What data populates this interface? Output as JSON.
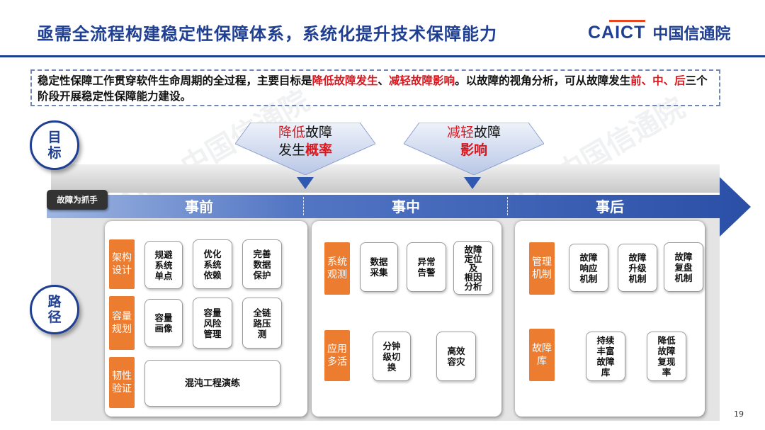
{
  "header": {
    "title": "亟需全流程构建稳定性保障体系，系统化提升技术保障能力",
    "logo_en": "CAICT",
    "logo_cn": "中国信通院"
  },
  "summary": {
    "p1": "稳定性保障工作贯穿软件生命周期的全过程，主要目标是",
    "h1": "降低故障发生",
    "p2": "、",
    "h2": "减轻故障影响",
    "p3": "。以故障的视角分析，可从故障发生",
    "h3": "前、中、后",
    "p4": "三个阶段开展稳定性保障能力建设。"
  },
  "goal_label": {
    "l1": "目",
    "l2": "标"
  },
  "path_label": {
    "l1": "路",
    "l2": "径"
  },
  "goals": [
    {
      "line1_red": "降低",
      "line1_rest": "故障",
      "line2_rest": "发生",
      "line2_red": "概率"
    },
    {
      "line1_red": "减轻",
      "line1_rest": "故障",
      "line2_red": "影响"
    }
  ],
  "tag": "故障为抓手",
  "phases": [
    "事前",
    "事中",
    "事后"
  ],
  "before": {
    "cats": [
      "架构设计",
      "容量规划",
      "韧性验证"
    ],
    "boxes": [
      "规避\n系统\n单点",
      "优化\n系统\n依赖",
      "完善\n数据\n保护",
      "容量\n画像",
      "容量\n风险\n管理",
      "全链\n路压\n测",
      "混沌工程演练"
    ]
  },
  "during": {
    "cats": [
      "系统观测",
      "应用多活"
    ],
    "boxes": [
      "数据\n采集",
      "异常\n告警",
      "故障\n定位\n及\n根因\n分析",
      "分钟\n级切\n换",
      "高效\n容灾"
    ]
  },
  "after": {
    "cats": [
      "管理机制",
      "故障库"
    ],
    "boxes": [
      "故障\n响应\n机制",
      "故障\n升级\n机制",
      "故障\n复盘\n机制",
      "持续\n丰富\n故障\n库",
      "降低\n故障\n复现\n率"
    ]
  },
  "page_number": "19",
  "colors": {
    "navy": "#1f3f93",
    "orange": "#ec7c30",
    "red": "#d9171e"
  }
}
